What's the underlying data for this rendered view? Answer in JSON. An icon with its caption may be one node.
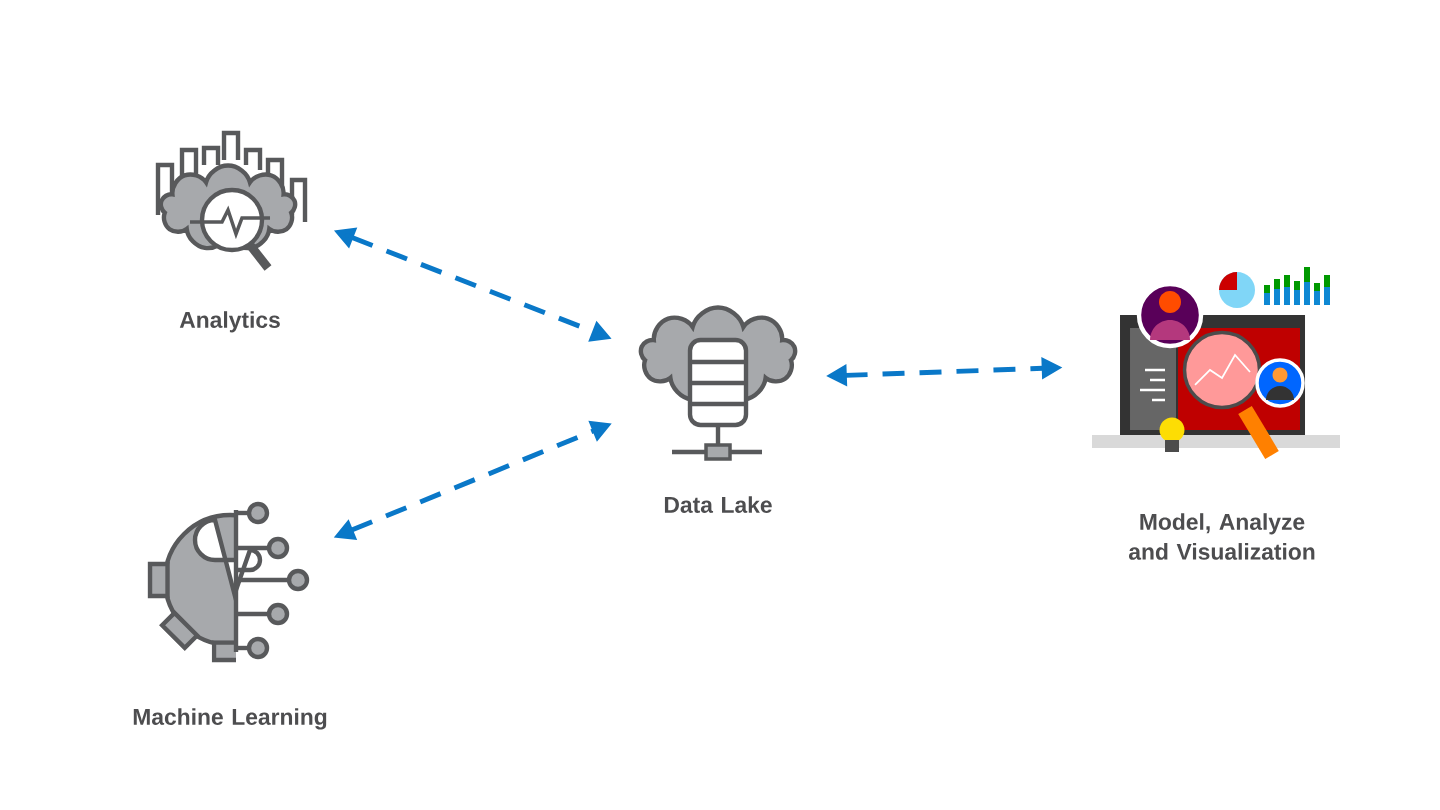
{
  "diagram": {
    "nodes": [
      {
        "text": [
          "Analytics"
        ]
      },
      {
        "text": [
          "Data Lake"
        ]
      },
      {
        "text": [
          "Model, Analyze and Visualization"
        ]
      },
      {
        "text": [
          "Machine Learning"
        ]
      }
    ],
    "edges": [
      {
        "from": 0,
        "to": 1,
        "arrow": "both",
        "style": "dashed"
      },
      {
        "from": 1,
        "to": 2,
        "arrow": "both",
        "style": "dashed"
      },
      {
        "from": 3,
        "to": 1,
        "arrow": "both",
        "style": "dashed"
      }
    ]
  }
}
